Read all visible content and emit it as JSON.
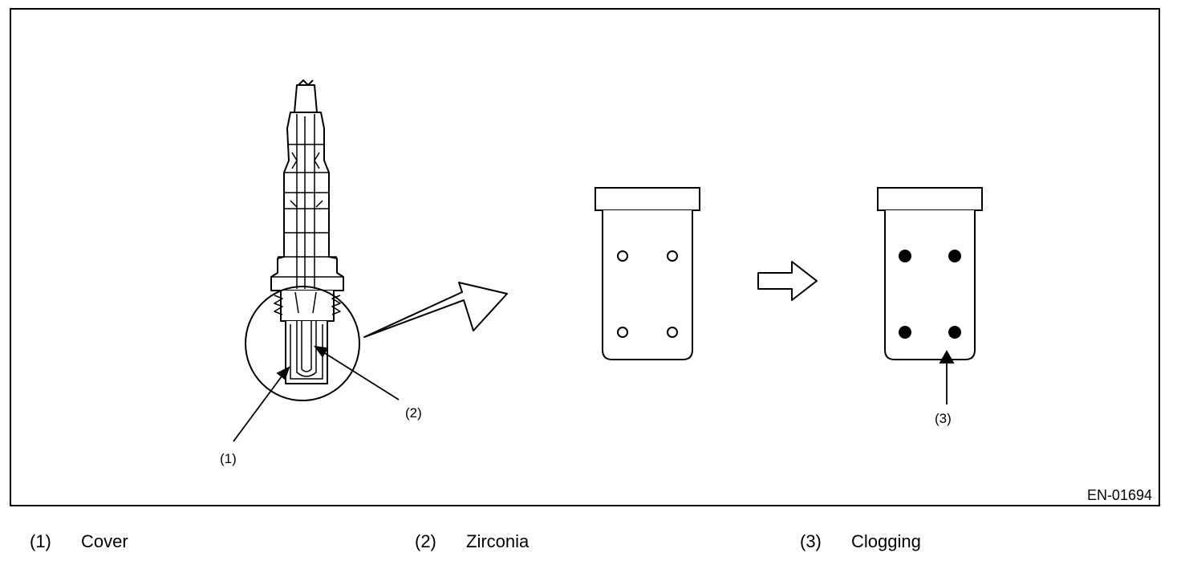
{
  "figure": {
    "code": "EN-01694",
    "callouts": {
      "c1": "(1)",
      "c2": "(2)",
      "c3": "(3)"
    }
  },
  "legend": [
    {
      "num": "(1)",
      "label": "Cover"
    },
    {
      "num": "(2)",
      "label": "Zirconia"
    },
    {
      "num": "(3)",
      "label": "Clogging"
    }
  ]
}
